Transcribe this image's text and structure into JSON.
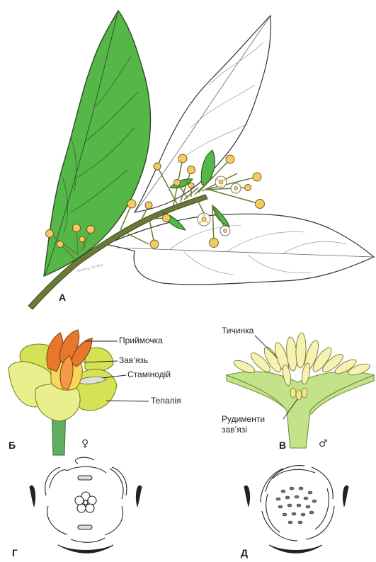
{
  "colors": {
    "leaf_green": "#54b748",
    "leaf_outline": "#2c4a24",
    "stem": "#6a7a36",
    "bud": "#f3cb61",
    "flower_yellow": "#d5e255",
    "flower_light": "#e8ef8c",
    "stigma_orange": "#e8772b",
    "ovary_yellow": "#f7d75c",
    "stamen_cream": "#f6f3b2",
    "receptacle_green": "#c3e38a"
  },
  "icons": {
    "male": "mars-symbol-icon",
    "female": "venus-symbol-icon"
  },
  "panels": {
    "a": {
      "letter": "А",
      "signature": "Andrey Garbuz"
    },
    "b": {
      "letter": "Б",
      "sex_symbol": "♀",
      "labels": {
        "stigma": "Приймочка",
        "ovary": "Зав’язь",
        "staminode": "Стамінодій",
        "tepal": "Тепалія"
      }
    },
    "v": {
      "letter": "В",
      "sex_symbol": "♂",
      "labels": {
        "stamen": "Тичинка",
        "rudiment_line1": "Рудименти",
        "rudiment_line2": "зав’язі"
      }
    },
    "g": {
      "letter": "Г"
    },
    "d": {
      "letter": "Д"
    }
  }
}
